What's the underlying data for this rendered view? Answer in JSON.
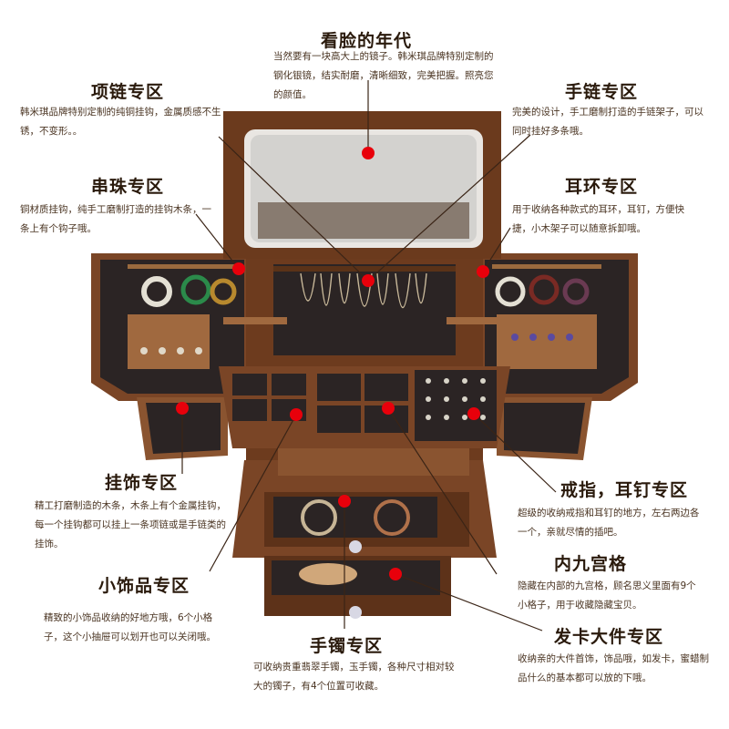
{
  "colors": {
    "marker": "#e8000b",
    "wood": "#7a4526",
    "wood_dark": "#4f2a14",
    "velvet": "#2b2424",
    "line": "#3a2416"
  },
  "sections": {
    "mirror": {
      "title": "看脸的年代",
      "desc": "当然要有一块高大上的镜子。韩米琪品牌特别定制的钢化银镜，结实耐磨，清晰细致，完美把握。照亮您的颜值。"
    },
    "necklace": {
      "title": "项链专区",
      "desc": "韩米琪品牌特别定制的纯铜挂钩，金属质感不生锈，不变形。。"
    },
    "bracelet_chain": {
      "title": "手链专区",
      "desc": "完美的设计，手工磨制打造的手链架子，可以同时挂好多条哦。"
    },
    "beads": {
      "title": "串珠专区",
      "desc": "铜材质挂钩，纯手工磨制打造的挂钩木条，一条上有个钩子哦。"
    },
    "earring": {
      "title": "耳环专区",
      "desc": "用于收纳各种款式的耳环，耳钉，方便快捷，小木架子可以随意拆卸哦。"
    },
    "pendant": {
      "title": "挂饰专区",
      "desc": "精工打磨制造的木条，木条上有个金属挂钩，每一个挂钩都可以挂上一条项链或是手链类的挂饰。"
    },
    "ring": {
      "title": "戒指，耳钉专区",
      "desc": "超级的收纳戒指和耳钉的地方，左右两边各一个，亲就尽情的插吧。"
    },
    "nine_grid": {
      "title": "内九宫格",
      "desc": "隐藏在内部的九宫格，顾名思义里面有9个小格子，用于收藏隐藏宝贝。"
    },
    "small": {
      "title": "小饰品专区",
      "desc": "精致的小饰品收纳的好地方哦，6个小格子，这个小抽屉可以划开也可以关闭哦。"
    },
    "hairpin": {
      "title": "发卡大件专区",
      "desc": "收纳亲的大件首饰，饰品哦，如发卡，蜜蜡制品什么的基本都可以放的下哦。"
    },
    "bangle": {
      "title": "手镯专区",
      "desc": "可收纳贵重翡翠手镯，玉手镯，各种尺寸相对较大的镯子，有4个位置可收藏。"
    }
  }
}
